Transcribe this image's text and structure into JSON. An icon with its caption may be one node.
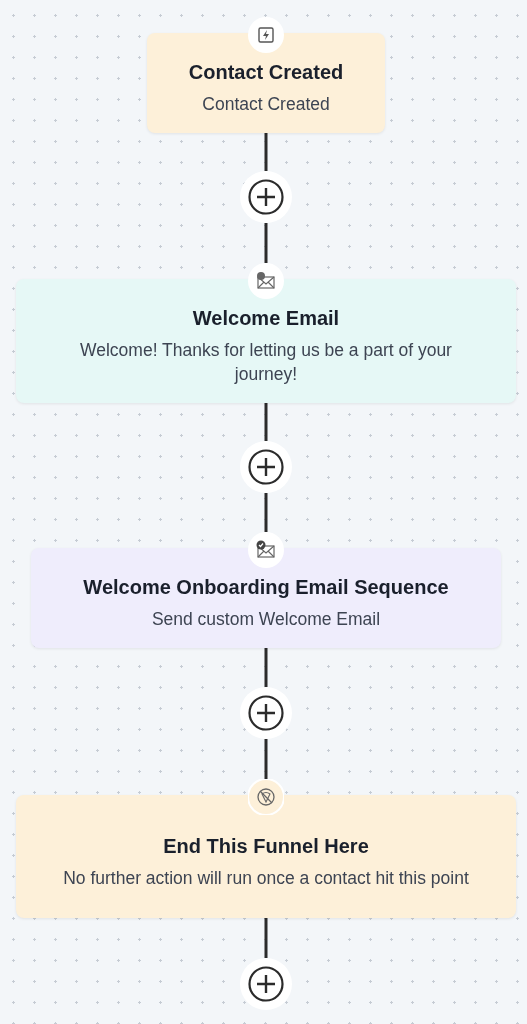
{
  "diagram": {
    "nodes": [
      {
        "text": [
          "Contact Created",
          "Contact Created"
        ]
      },
      {
        "text": [],
        "shape": "circle"
      },
      {
        "text": [
          "Welcome Email",
          "Welcome! Thanks for letting us be a part of your journey!"
        ]
      },
      {
        "text": [],
        "shape": "circle"
      },
      {
        "text": [
          "Welcome Onboarding Email Sequence",
          "Send custom Welcome Email"
        ]
      },
      {
        "text": [],
        "shape": "circle"
      },
      {
        "text": [
          "End This Funnel Here",
          "No further action will run once a contact hit this point"
        ]
      },
      {
        "text": [],
        "shape": "circle"
      }
    ],
    "edges": [
      {
        "from": 0,
        "to": 1,
        "arrow": "none"
      },
      {
        "from": 1,
        "to": 2,
        "arrow": "none"
      },
      {
        "from": 2,
        "to": 3,
        "arrow": "none"
      },
      {
        "from": 3,
        "to": 4,
        "arrow": "none"
      },
      {
        "from": 4,
        "to": 5,
        "arrow": "none"
      },
      {
        "from": 5,
        "to": 6,
        "arrow": "none"
      },
      {
        "from": 6,
        "to": 7,
        "arrow": "none"
      }
    ]
  }
}
